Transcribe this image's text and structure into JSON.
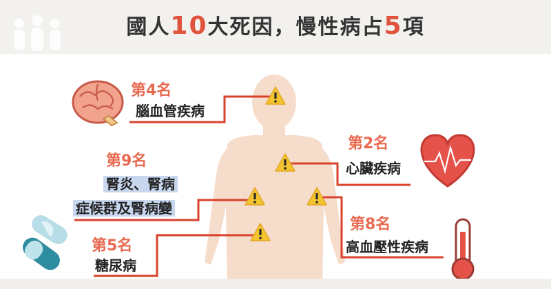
{
  "title": {
    "prefix": "國人",
    "num1": "10",
    "middle": "大死因，慢性病占",
    "num2": "5",
    "suffix": "項"
  },
  "causes": [
    {
      "rank": "第4名",
      "lines": [
        "腦血管疾病"
      ]
    },
    {
      "rank": "第2名",
      "lines": [
        "心臟疾病"
      ]
    },
    {
      "rank": "第9名",
      "lines": [
        "腎炎、腎病",
        "症候群及腎病變"
      ]
    },
    {
      "rank": "第8名",
      "lines": [
        "高血壓性疾病"
      ]
    },
    {
      "rank": "第5名",
      "lines": [
        "糖尿病"
      ]
    }
  ],
  "colors": {
    "accent": "#e86a50",
    "line": "#d9412b",
    "body": "#f6dccb",
    "warning": "#f4c430",
    "highlight": "#c8d7ee",
    "header_band": "#f3f1ee"
  },
  "icons": [
    "people-icon",
    "brain-icon",
    "heart-icon",
    "kidney-pill-icon",
    "thermometer-icon",
    "warning-icon"
  ]
}
